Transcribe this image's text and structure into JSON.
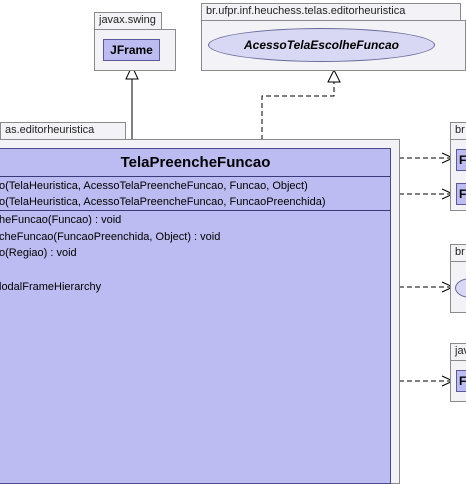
{
  "packages": {
    "swing": {
      "name": "javax.swing",
      "class": "JFrame"
    },
    "editor_top": {
      "name": "br.ufpr.inf.heuchess.telas.editorheuristica",
      "interface": "AcessoTelaEscolheFuncao"
    },
    "editor_main": {
      "name": "as.editorheuristica"
    },
    "right_br_1": {
      "name": "br",
      "class_initial": "F"
    },
    "right_br_2": {
      "name": "br"
    },
    "right_java": {
      "name": "jav",
      "class_initial": "F"
    }
  },
  "main_class": {
    "name": "TelaPreencheFuncao",
    "constructors": [
      "o(TelaHeuristica, AcessoTelaPreencheFuncao, Funcao, Object)",
      "o(TelaHeuristica, AcessoTelaPreencheFuncao, FuncaoPreenchida)"
    ],
    "methods": [
      "heFuncao(Funcao) : void",
      "cheFuncao(FuncaoPreenchida, Object) : void",
      "o(Regiao) : void",
      "",
      "lodalFrameHierarchy"
    ]
  },
  "colors": {
    "class_fill": "#bcbcf2",
    "package_fill": "#f2f2f7",
    "interface_fill": "#d8d8f4"
  }
}
